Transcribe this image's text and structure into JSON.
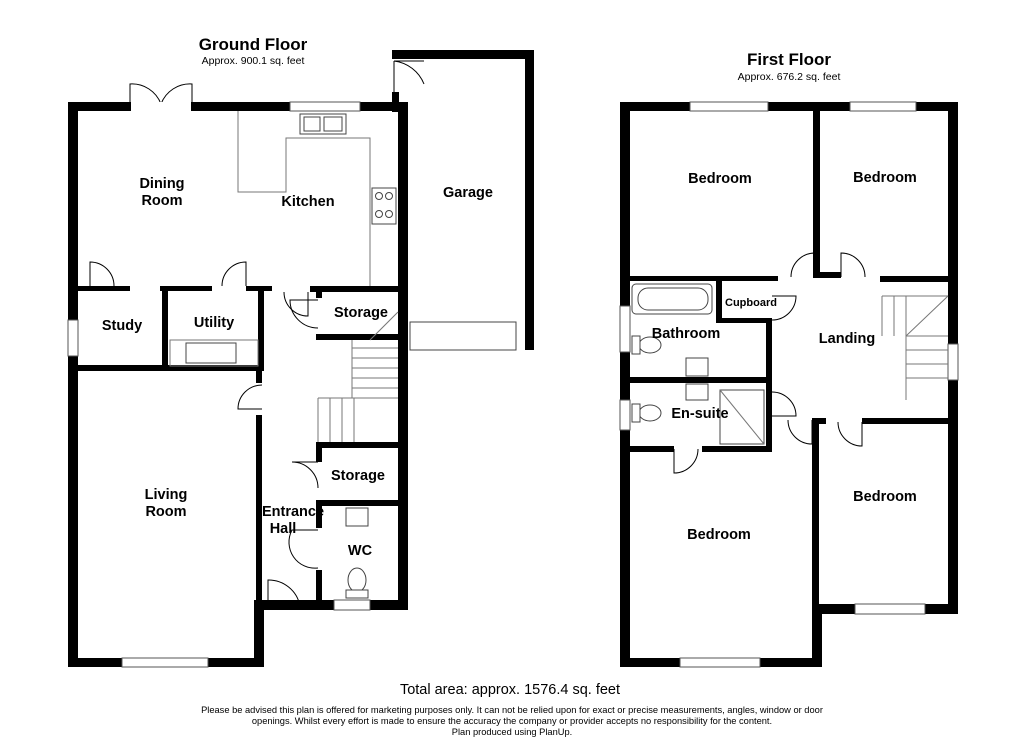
{
  "ground_floor": {
    "title": "Ground Floor",
    "area": "Approx. 900.1 sq. feet",
    "rooms": {
      "dining_room": [
        "Dining",
        "Room"
      ],
      "kitchen": "Kitchen",
      "garage": "Garage",
      "study": "Study",
      "utility": "Utility",
      "storage_1": "Storage",
      "storage_2": "Storage",
      "living_room": [
        "Living",
        "Room"
      ],
      "entrance_hall": [
        "Entrance",
        "Hall"
      ],
      "wc": "WC"
    }
  },
  "first_floor": {
    "title": "First Floor",
    "area": "Approx. 676.2 sq. feet",
    "rooms": {
      "bedroom_1": "Bedroom",
      "bedroom_2": "Bedroom",
      "cupboard": "Cupboard",
      "bathroom": "Bathroom",
      "landing": "Landing",
      "en_suite": "En-suite",
      "bedroom_3": "Bedroom",
      "bedroom_4": "Bedroom"
    }
  },
  "footer": {
    "total": "Total area: approx. 1576.4 sq. feet",
    "disclaimer_1": "Please be advised this plan is offered for marketing purposes only. It can not be relied upon for exact or precise measurements, angles, window or door",
    "disclaimer_2": "openings. Whilst every effort is made to ensure the accuracy the company or provider accepts no responsibility for the content.",
    "disclaimer_3": "Plan produced using PlanUp."
  }
}
